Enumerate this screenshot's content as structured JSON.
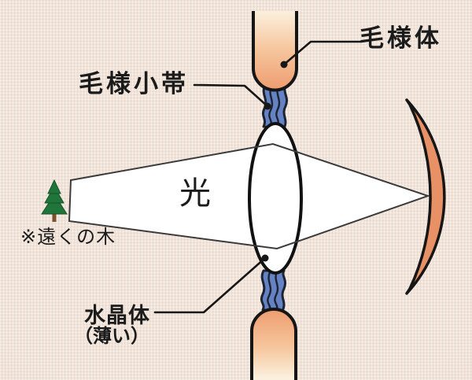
{
  "diagram": {
    "labels": {
      "ciliary_body": "毛様体",
      "ciliary_zonule": "毛様小帯",
      "light": "光",
      "tree_note": "※遠くの木",
      "lens_name": "水晶体",
      "lens_state": "（薄い）"
    },
    "icons": {
      "tree": "conifer-tree-icon",
      "lens": "lens-ellipse",
      "retina": "retina-arc"
    },
    "colors": {
      "background": "#f2e5da",
      "ciliary_body_light": "#fbf0dd",
      "ciliary_body_mid": "#f6c59c",
      "ciliary_body_orange": "#ee9d70",
      "retina_orange": "#e89066",
      "zonule_blue": "#6582c4",
      "zonule_outline": "#1c2433",
      "outline_black": "#161616",
      "lens_outline": "#111111",
      "beam_white": "#ffffff",
      "beam_edge_gray": "#3b3b3b",
      "tree_green": "#20753a",
      "tree_green_dark": "#14532a",
      "tree_trunk": "#7b5130",
      "text": "#1b1b1b"
    }
  }
}
